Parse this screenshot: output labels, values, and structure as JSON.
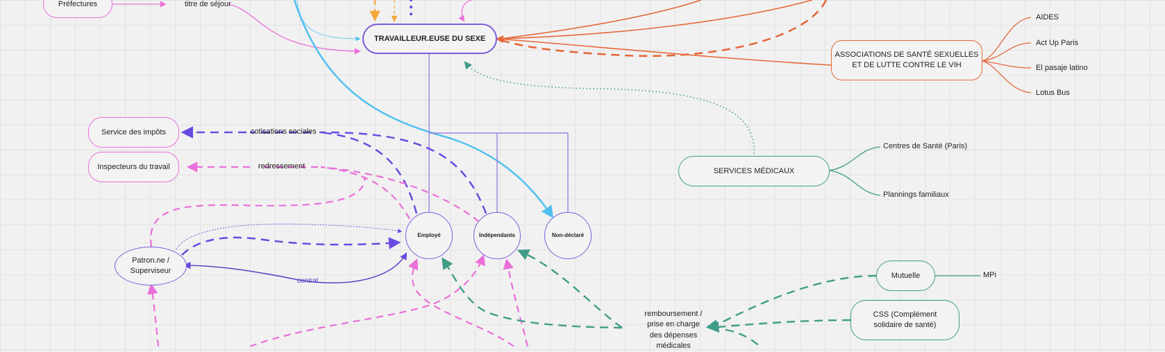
{
  "nodes": {
    "prefectures": "Préfectures",
    "titre_sejour": "titre de séjour",
    "main": "TRAVAILLEUR.EUSE DU SEXE",
    "impots": "Service des impôts",
    "inspecteurs": "Inspecteurs du travail",
    "patron": "Patron.ne /\nSuperviseur",
    "employe": "Employé",
    "independants": "Indépendants",
    "non_declare": "Non-déclaré",
    "associations": "ASSOCIATIONS DE SANTÉ SEXUELLES\nET DE LUTTE CONTRE LE VIH",
    "services_medicaux": "SERVICES MÉDICAUX",
    "mutuelle": "Mutuelle",
    "css": "CSS (Complément\nsolidaire de santé)"
  },
  "labels": {
    "cotisations": "cotisations sociales",
    "redressement": "redressement",
    "contrat": "contrat",
    "remboursement": "remboursement /\nprise en charge\ndes dépenses\nmédicales",
    "mpi": "MPi"
  },
  "associations_children": [
    "AIDES",
    "Act Up Paris",
    "El pasaje latino",
    "Lotus Bus"
  ],
  "medical_children": [
    "Centres de Santé (Paris)",
    "Plannings familiaux"
  ],
  "colors": {
    "pink": "#e96fd9",
    "purple": "#7d5bd6",
    "orange": "#e5683a",
    "teal": "#3f9c86",
    "blue": "#4fc0ef",
    "yellow": "#f2a93b"
  }
}
